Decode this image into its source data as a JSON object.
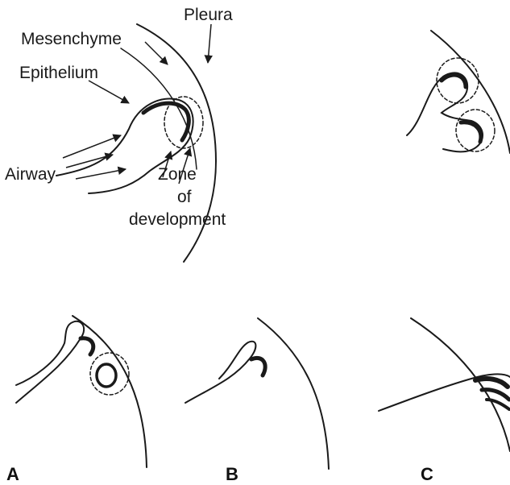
{
  "labels": {
    "pleura": "Pleura",
    "mesenchyme": "Mesenchyme",
    "epithelium": "Epithelium",
    "airway": "Airway",
    "zone_line1": "Zone",
    "zone_line2": "of",
    "zone_line3": "development"
  },
  "panels": {
    "a": "A",
    "b": "B",
    "c": "C"
  },
  "colors": {
    "ink": "#1a1a1a",
    "ghost_text": "#c8c8c8"
  }
}
